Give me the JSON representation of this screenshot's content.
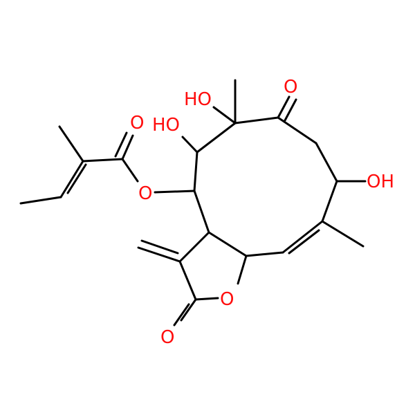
{
  "molecule": {
    "atom_labels": {
      "o_ester_carbonyl": "O",
      "o_ester_link": "O",
      "oh_c5": "HO",
      "oh_c6": "HO",
      "o_ketone": "O",
      "oh_c9": "OH",
      "o_lactone_ring": "O",
      "o_lactone_carbonyl": "O"
    },
    "colors": {
      "carbon_bond": "#000000",
      "oxygen": "#ff0d0d",
      "background": "#ffffff"
    }
  }
}
